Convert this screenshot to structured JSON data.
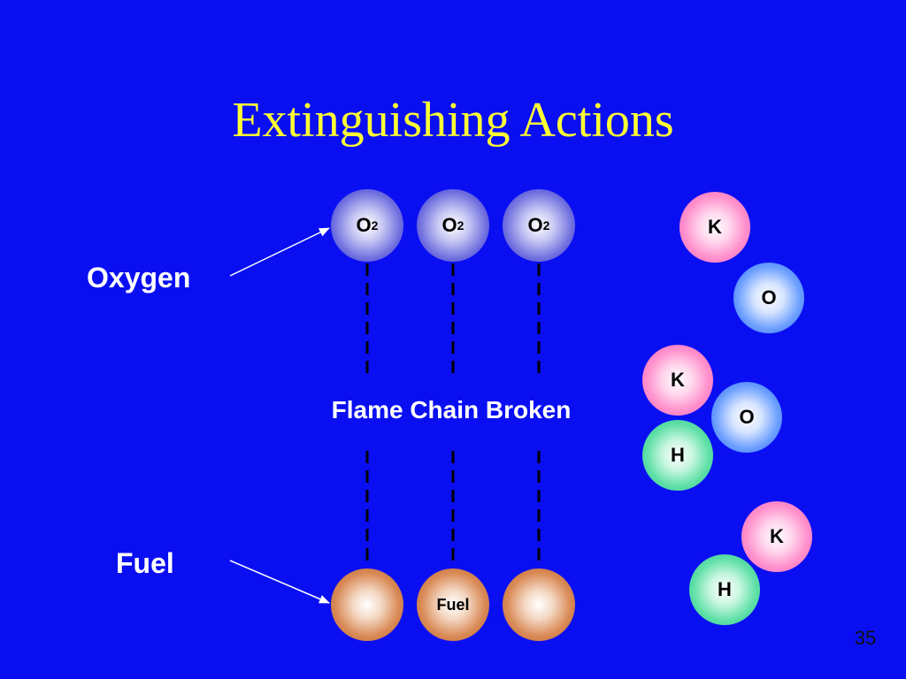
{
  "slide": {
    "title": "Extinguishing Actions",
    "oxygen_label": "Oxygen",
    "fuel_label": "Fuel",
    "center_text": "Flame Chain Broken",
    "page_number": "35"
  },
  "oxygen_molecules": [
    {
      "symbol": "O",
      "subscript": "2"
    },
    {
      "symbol": "O",
      "subscript": "2"
    },
    {
      "symbol": "O",
      "subscript": "2"
    }
  ],
  "fuel_molecules": [
    "",
    "Fuel",
    ""
  ],
  "atoms": [
    "K",
    "O",
    "K",
    "O",
    "H",
    "K",
    "H"
  ],
  "colors": {
    "background": "#0a0ff2",
    "title": "#ffff33",
    "oxygen": "#6f6fdf",
    "fuel": "#d98a56",
    "potassium": "#ff8fcc",
    "oxygen_atom": "#6ea0ff",
    "hydrogen": "#60e0a8"
  }
}
